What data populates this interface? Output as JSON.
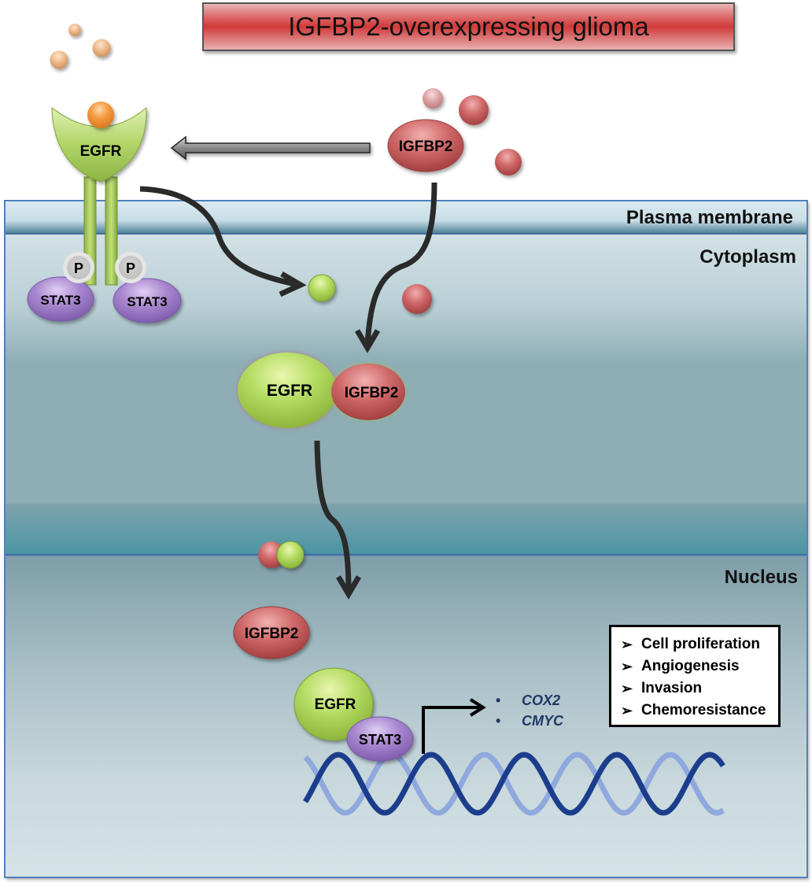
{
  "title": "IGFBP2-overexpressing glioma",
  "regions": {
    "plasma_membrane": "Plasma membrane",
    "cytoplasm": "Cytoplasm",
    "nucleus": "Nucleus"
  },
  "molecules": {
    "egfr_receptor": "EGFR",
    "phospho_left": "P",
    "phospho_right": "P",
    "stat3_left": "STAT3",
    "stat3_right": "STAT3",
    "igfbp2_extracellular": "IGFBP2",
    "complex_egfr": "EGFR",
    "complex_igfbp2": "IGFBP2",
    "nuclear_igfbp2": "IGFBP2",
    "nuclear_egfr": "EGFR",
    "nuclear_stat3": "STAT3"
  },
  "target_genes": [
    "COX2",
    "CMYC"
  ],
  "outcomes": [
    "Cell proliferation",
    "Angiogenesis",
    "Invasion",
    "Chemoresistance"
  ],
  "icons": {
    "outcome_bullet": "➢",
    "gene_bullet": "•"
  },
  "colors": {
    "egfr_green": "#a8d055",
    "igfbp2_red": "#c9585a",
    "stat3_purple": "#a07fc8",
    "ligand_orange": "#f0a050",
    "dna_dark": "#1a3a8a",
    "dna_light": "#8fa8dd"
  }
}
